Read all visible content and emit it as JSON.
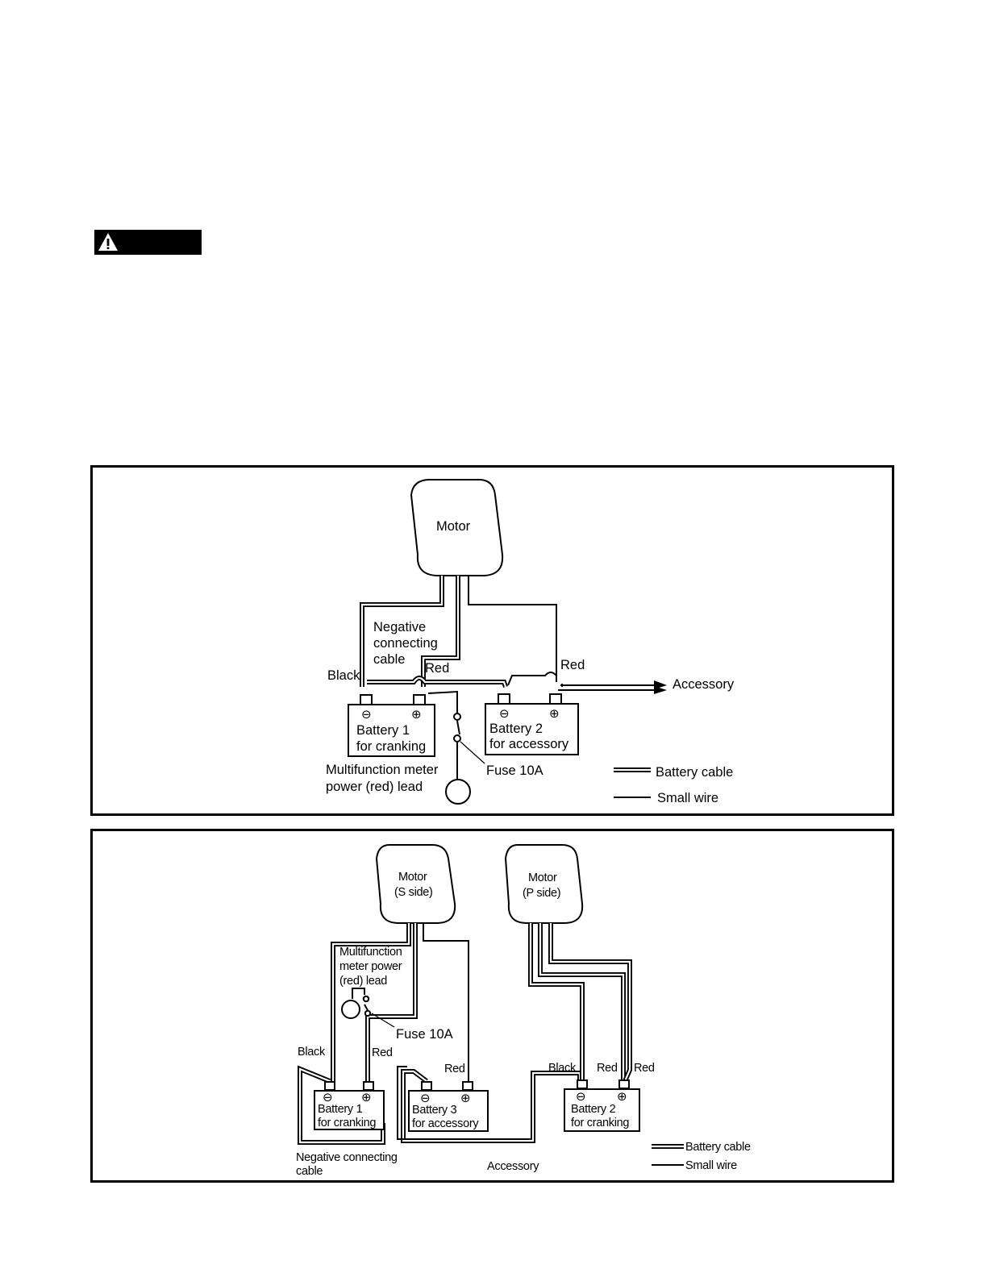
{
  "warning": {
    "icon": "warning-triangle-icon"
  },
  "diagram1": {
    "motor": "Motor",
    "negative_cable": [
      "Negative",
      "connecting",
      "cable"
    ],
    "black": "Black",
    "red_left": "Red",
    "red_right": "Red",
    "accessory": "Accessory",
    "battery1": [
      "Battery 1",
      "for cranking"
    ],
    "battery2": [
      "Battery 2",
      "for accessory"
    ],
    "meter_lead": [
      "Multifunction meter",
      "power (red) lead"
    ],
    "fuse": "Fuse 10A",
    "legend": {
      "battery_cable": "Battery cable",
      "small_wire": "Small wire"
    }
  },
  "diagram2": {
    "motor_s": [
      "Motor",
      "(S side)"
    ],
    "motor_p": [
      "Motor",
      "(P side)"
    ],
    "meter_lead": [
      "Multifunction",
      "meter power",
      "(red) lead"
    ],
    "fuse": "Fuse 10A",
    "black_left": "Black",
    "red_b1": "Red",
    "red_b3": "Red",
    "black_right": "Black",
    "red_b2_a": "Red",
    "red_b2_b": "Red",
    "battery1": [
      "Battery 1",
      "for cranking"
    ],
    "battery3": [
      "Battery 3",
      "for accessory"
    ],
    "battery2": [
      "Battery 2",
      "for cranking"
    ],
    "negative_cable": [
      "Negative connecting",
      "cable"
    ],
    "accessory": "Accessory",
    "legend": {
      "battery_cable": "Battery cable",
      "small_wire": "Small wire"
    }
  }
}
